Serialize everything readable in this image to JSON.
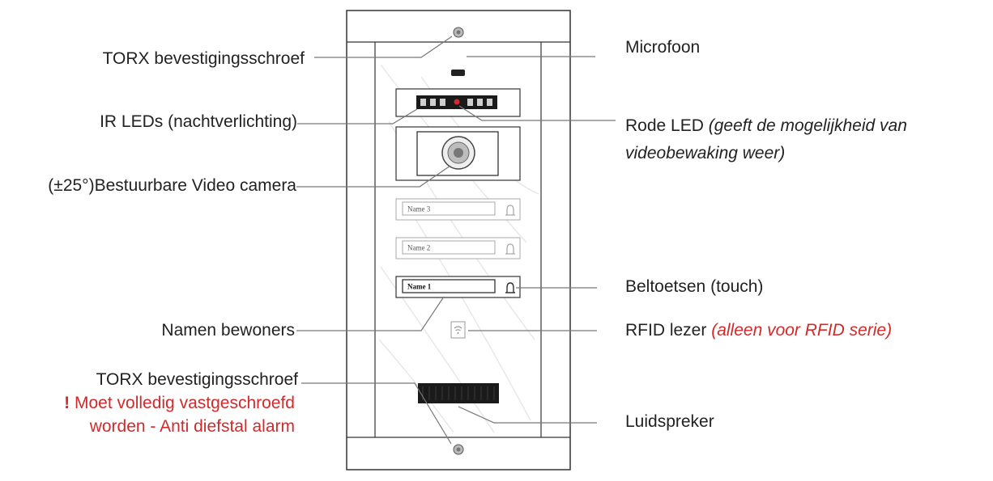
{
  "device": {
    "name_slots": [
      {
        "text": "Name 3",
        "state": "faded"
      },
      {
        "text": "Name 2",
        "state": "faded"
      },
      {
        "text": "Name 1",
        "state": "active"
      }
    ]
  },
  "labels_left": {
    "torx_top": "TORX bevestigingsschroef",
    "ir_leds": "IR LEDs (nachtverlichting)",
    "camera": "(±25°)Bestuurbare Video camera",
    "names": "Namen bewoners",
    "torx_bottom": "TORX bevestigingsschroef",
    "warning_mark": "!",
    "warning_line1": "Moet volledig vastgeschroefd",
    "warning_line2": "worden  - Anti diefstal alarm"
  },
  "labels_right": {
    "microphone": "Microfoon",
    "red_led": "Rode LED",
    "red_led_note_line1": "(geeft de mogelijkheid van",
    "red_led_note_line2": "videobewaking weer)",
    "call_buttons": "Beltoetsen (touch)",
    "rfid": "RFID lezer",
    "rfid_note": "(alleen voor RFID serie)",
    "speaker": "Luidspreker"
  },
  "colors": {
    "text": "#222222",
    "warning_red": "#d22a2a",
    "leader_line": "#777777",
    "panel_outline": "#333333"
  }
}
